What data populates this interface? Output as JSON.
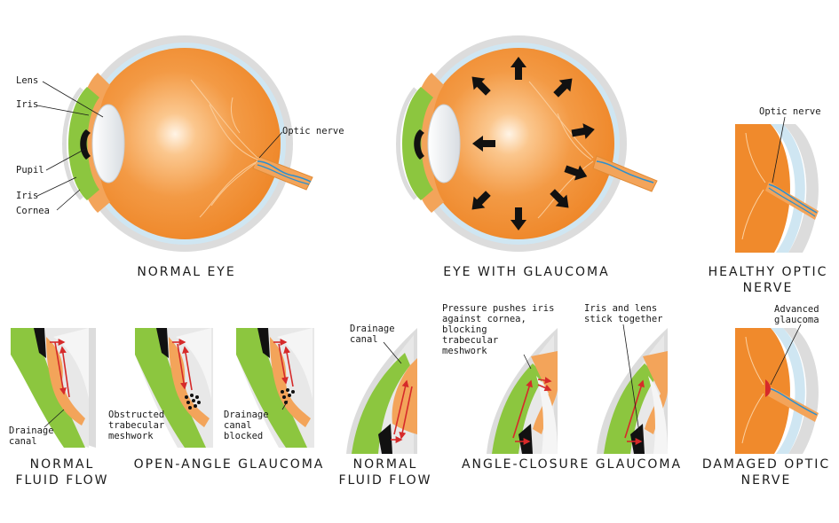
{
  "normal_eye": {
    "labels": {
      "lens": "Lens",
      "iris_top": "Iris",
      "pupil": "Pupil",
      "iris_bottom": "Iris",
      "cornea": "Cornea",
      "optic_nerve": "Optic nerve"
    },
    "caption": "NORMAL EYE"
  },
  "glaucoma_eye": {
    "caption": "EYE WITH GLAUCOMA"
  },
  "healthy_nerve": {
    "label": "Optic nerve",
    "caption_line1": "HEALTHY OPTIC",
    "caption_line2": "NERVE"
  },
  "damaged_nerve": {
    "label_line1": "Advanced",
    "label_line2": "glaucoma",
    "caption_line1": "DAMAGED OPTIC",
    "caption_line2": "NERVE"
  },
  "flow_normal_1": {
    "label_line1": "Drainage",
    "label_line2": "canal",
    "caption_line1": "NORMAL",
    "caption_line2": "FLUID FLOW"
  },
  "open_angle": {
    "left_label": [
      "Obstructed",
      "trabecular",
      "meshwork"
    ],
    "right_label": [
      "Drainage",
      "canal",
      "blocked"
    ],
    "caption": "OPEN-ANGLE GLAUCOMA"
  },
  "flow_normal_2": {
    "label_line1": "Drainage",
    "label_line2": "canal",
    "caption_line1": "NORMAL",
    "caption_line2": "FLUID FLOW"
  },
  "angle_closure": {
    "left_label": [
      "Pressure pushes iris",
      "against cornea,",
      "blocking",
      "trabecular",
      "meshwork"
    ],
    "right_label": [
      "Iris and lens",
      "stick together"
    ],
    "caption": "ANGLE-CLOSURE GLAUCOMA"
  },
  "colors": {
    "eyeball": "#f08a2c",
    "eyeball_light": "#fbd9b0",
    "sclera": "#dcdcdc",
    "choroid": "#cfe6f2",
    "iris": "#8cc63f",
    "lens": "#e9ecef",
    "pupil": "#111111",
    "nerve_vessel": "#2a8fd0",
    "arrow_red": "#d62a2a"
  }
}
